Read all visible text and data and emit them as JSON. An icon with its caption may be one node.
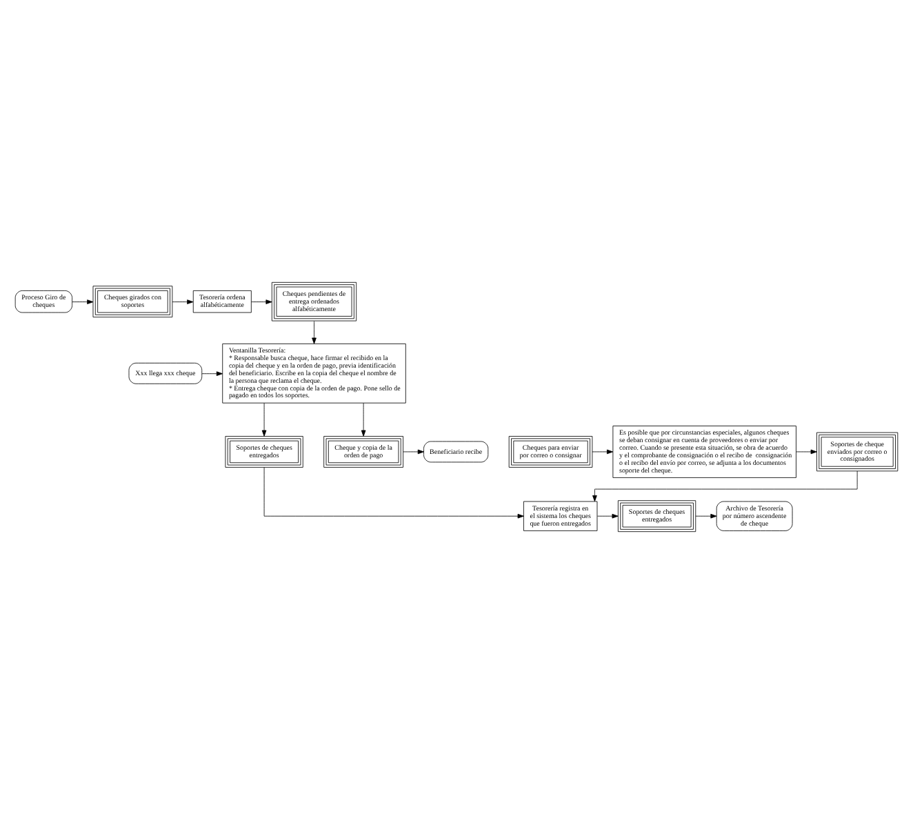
{
  "diagram": {
    "nodes": [
      {
        "text": [
          "Proceso Giro de cheques"
        ]
      },
      {
        "text": [
          "Cheques girados con soportes"
        ]
      },
      {
        "text": [
          "Tesorería ordena alfabéticamente"
        ]
      },
      {
        "text": [
          "Cheques pendientes de entrega ordenados alfabéticamente"
        ]
      },
      {
        "text": [
          "Xxx llega xxx cheque"
        ]
      },
      {
        "text": [
          "Ventanilla Tesorería:",
          "* Responsable busca cheque, hace firmar el recibido en la copia del cheque y en la orden de pago, previa identificación del beneficiario. Escribe en la copia del cheque el nombre de la persona que reclama el cheque.",
          "* Entrega cheque con copia de la orden de pago. Pone sello de pagado en todos los soportes."
        ]
      },
      {
        "text": [
          "Soportes de cheques entregados"
        ]
      },
      {
        "text": [
          "Cheque y copia de la orden de pago"
        ]
      },
      {
        "text": [
          "Beneficiario recibe"
        ]
      },
      {
        "text": [
          "Tesorería registra en el sistema los cheques que fueron entregados"
        ]
      },
      {
        "text": [
          "Soportes de cheques entregados"
        ]
      },
      {
        "text": [
          "Archivo de Tesorería por número ascendente de cheque"
        ]
      },
      {
        "text": [
          "Soportes de cheque enviados por correo o consignados"
        ]
      },
      {
        "text": [
          "Es posible que por circunstancias especiales, algunos cheques se deban consignar en cuenta de proveedores o enviar por correo. Cuando se presente esta situación, se obra de acuerdo y el comprobante de consignación o el recibo de  consignación o el recibo del envío por correo, se adjunta a los documentos soporte del cheque."
        ]
      },
      {
        "text": [
          "Cheques para enviar por correo o consignar"
        ]
      }
    ],
    "edges": [
      {
        "from": 0,
        "to": 1,
        "arrow": "to"
      },
      {
        "from": 1,
        "to": 2,
        "arrow": "to"
      },
      {
        "from": 2,
        "to": 3,
        "arrow": "to"
      },
      {
        "from": 3,
        "to": 5,
        "arrow": "to"
      },
      {
        "from": 4,
        "to": 5,
        "arrow": "to"
      },
      {
        "from": 5,
        "to": 6,
        "arrow": "to"
      },
      {
        "from": 5,
        "to": 7,
        "arrow": "to"
      },
      {
        "from": 7,
        "to": 8,
        "arrow": "to"
      },
      {
        "from": 6,
        "to": 9,
        "arrow": "to"
      },
      {
        "from": 12,
        "to": 9,
        "arrow": "to"
      },
      {
        "from": 9,
        "to": 10,
        "arrow": "to"
      },
      {
        "from": 10,
        "to": 11,
        "arrow": "to"
      },
      {
        "from": 14,
        "to": 13,
        "arrow": "to"
      },
      {
        "from": 13,
        "to": 12,
        "arrow": "to"
      }
    ]
  }
}
